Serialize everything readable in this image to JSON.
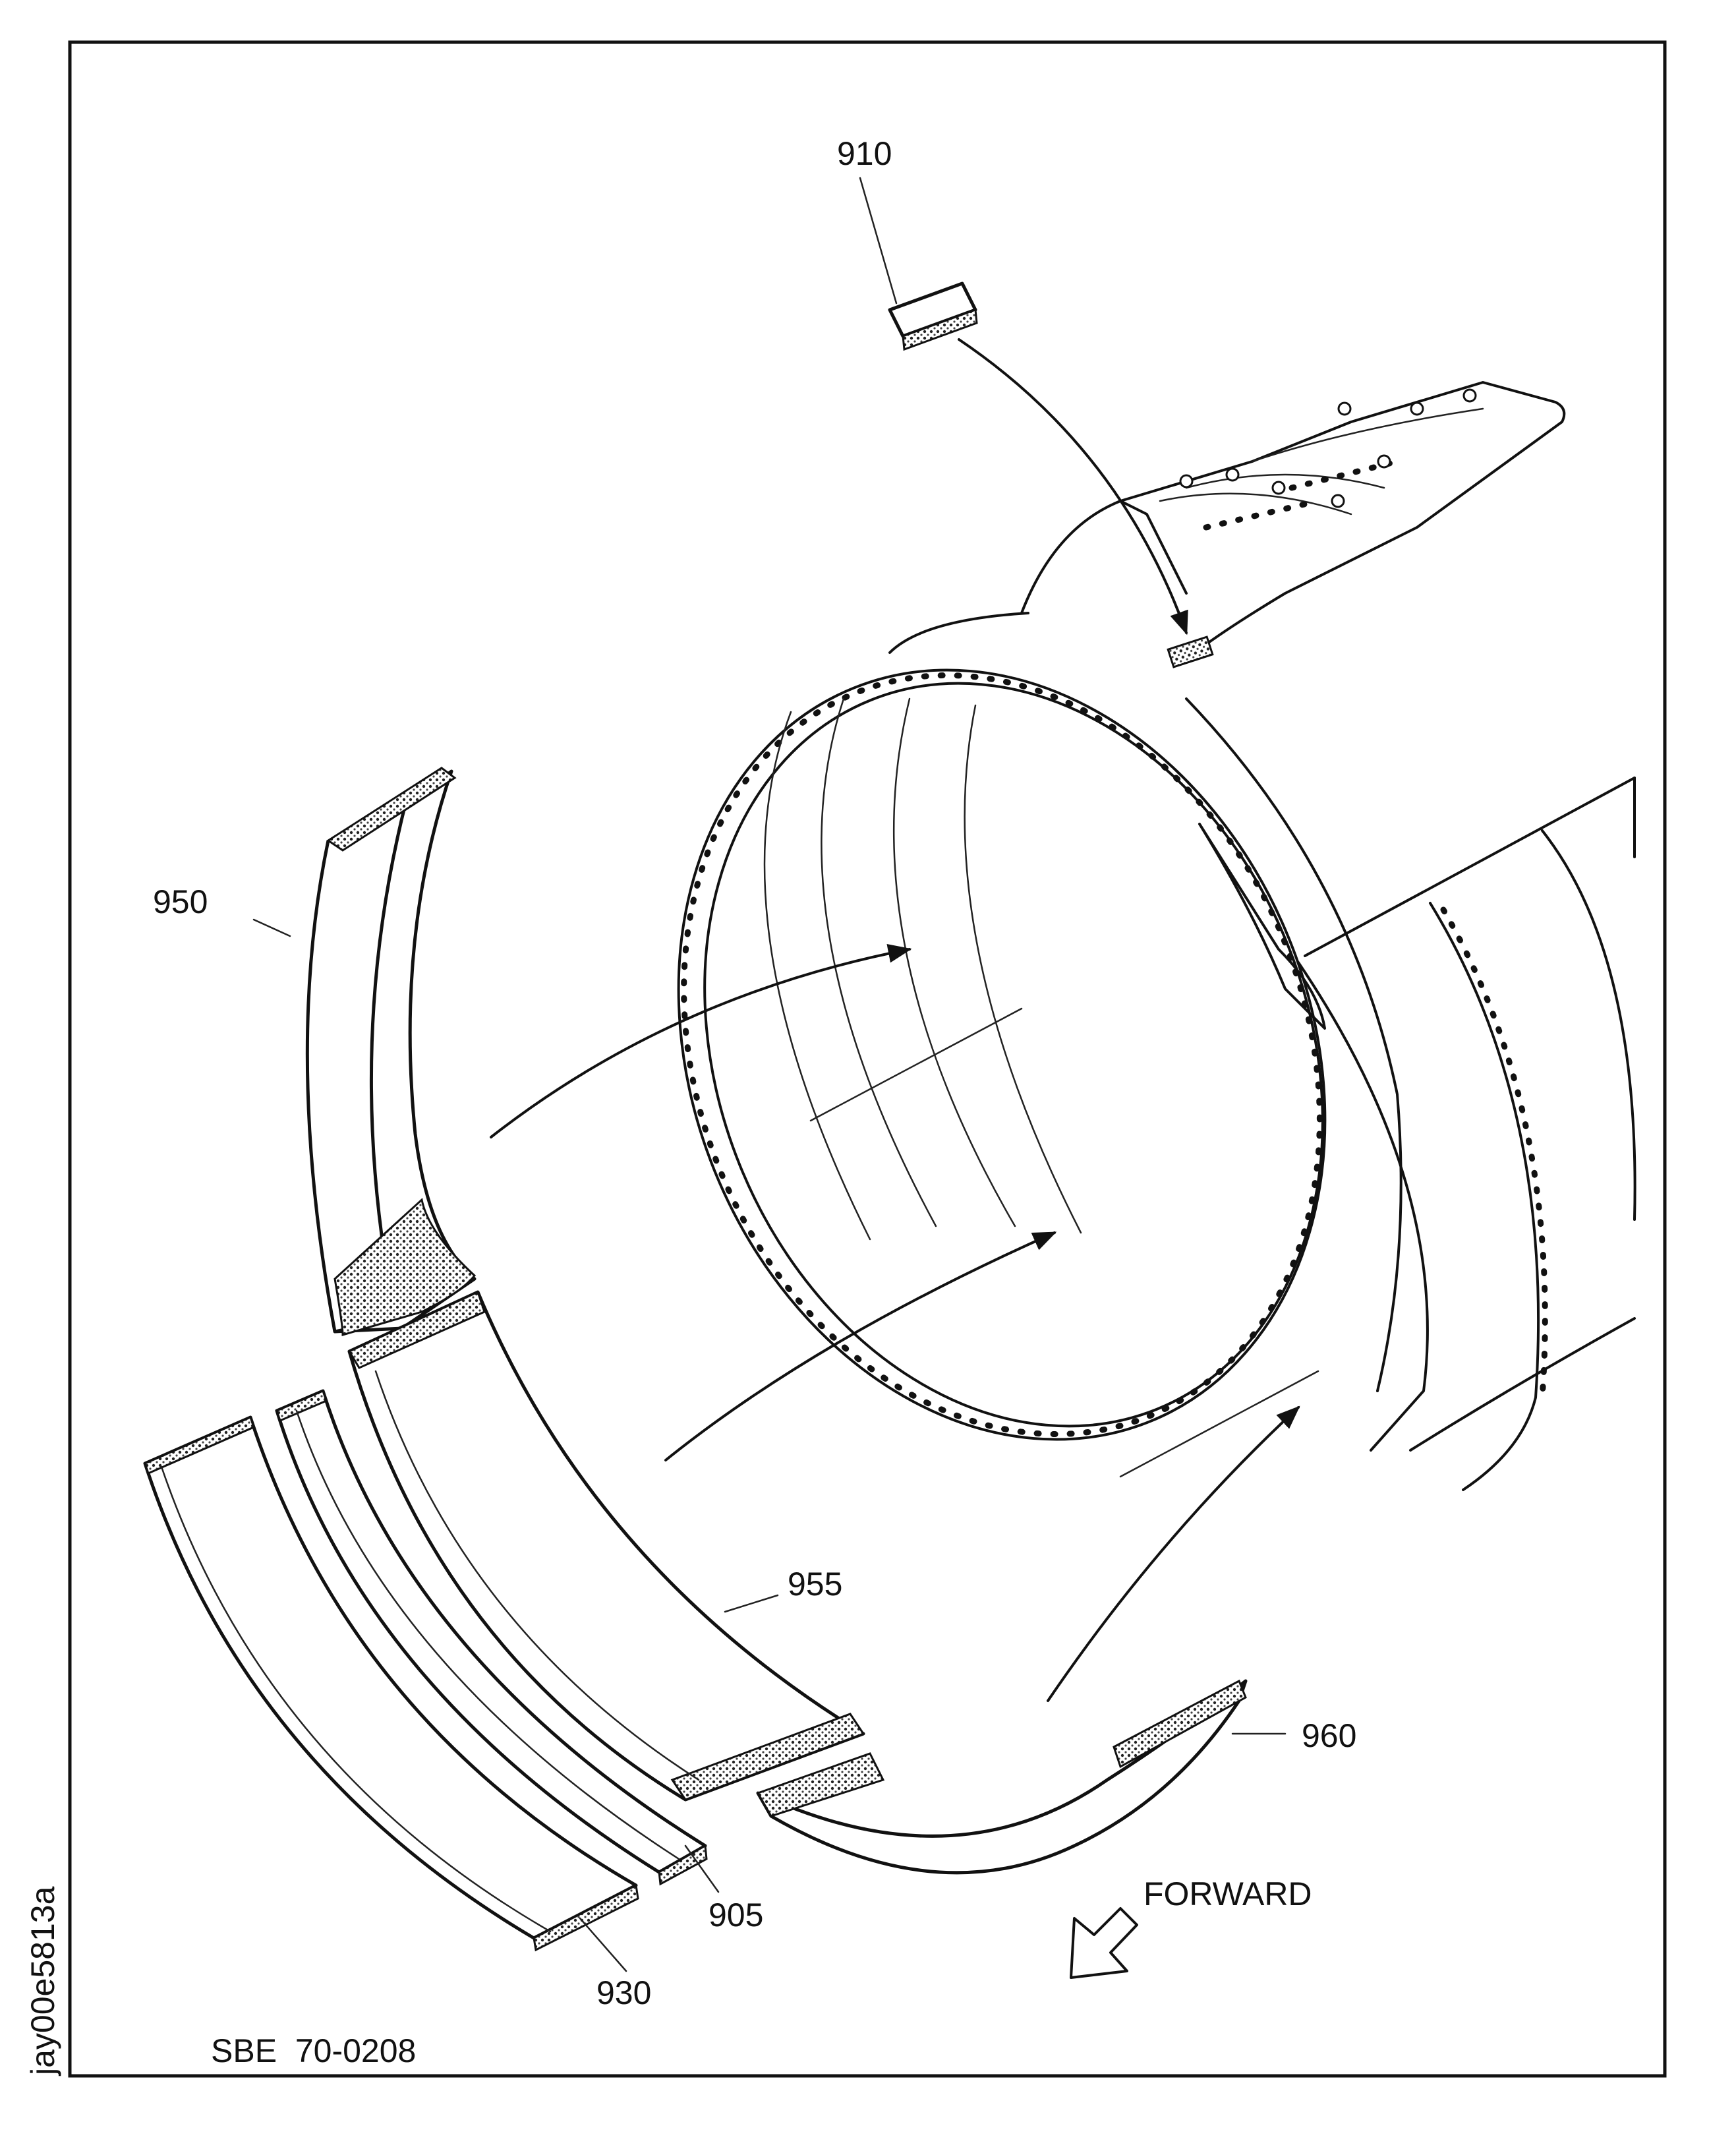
{
  "labels": {
    "part_910": "910",
    "part_950": "950",
    "part_955": "955",
    "part_960": "960",
    "part_905": "905",
    "part_930": "930",
    "forward": "FORWARD",
    "sheet_ref": "SBE  70-0208",
    "figure_id": "jay00e5813a"
  },
  "colors": {
    "ink": "#111111",
    "paper": "#ffffff"
  },
  "icons": {
    "forward_arrow": "hollow-arrow-down-left-icon"
  }
}
